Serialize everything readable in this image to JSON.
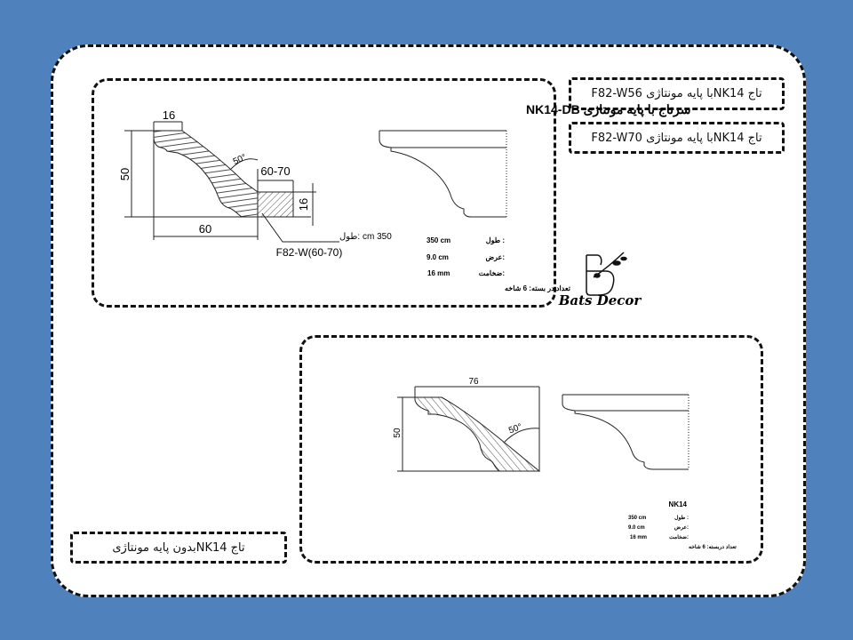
{
  "labels": {
    "w56": "تاج NK14با پایه مونتاژی F82-W56",
    "w70": "تاج NK14با پایه مونتاژی F82-W70",
    "no_base": "تاج NK14بدون پایه مونتاژی"
  },
  "panel1": {
    "title": "سرتاج با پایه مونتاژی NK14-DB",
    "dims": {
      "top": "16",
      "height": "50",
      "width": "60",
      "base_width": "60-70",
      "base_height": "16",
      "angle": "50°"
    },
    "base_length": "350 cm :طول",
    "base_code": "F82-W(60-70)",
    "specs": [
      {
        "label": "طول :",
        "value": "350 cm"
      },
      {
        "label": "عرض:",
        "value": "9.0 cm"
      },
      {
        "label": "ضخامت:",
        "value": "16 mm"
      }
    ],
    "pack": "تعداد در بسته: 6 شاخه"
  },
  "panel2": {
    "code": "NK14",
    "dims": {
      "width": "76",
      "height": "50",
      "angle": "50°"
    },
    "specs": [
      {
        "label": "طول :",
        "value": "350 cm"
      },
      {
        "label": "عرض:",
        "value": "9.0 cm"
      },
      {
        "label": "ضخامت:",
        "value": "16 mm"
      }
    ],
    "pack": "تعداد دربسته: 6 شاخه"
  },
  "logo": {
    "name": "Bats Decor"
  },
  "colors": {
    "background": "#4f81bd"
  }
}
